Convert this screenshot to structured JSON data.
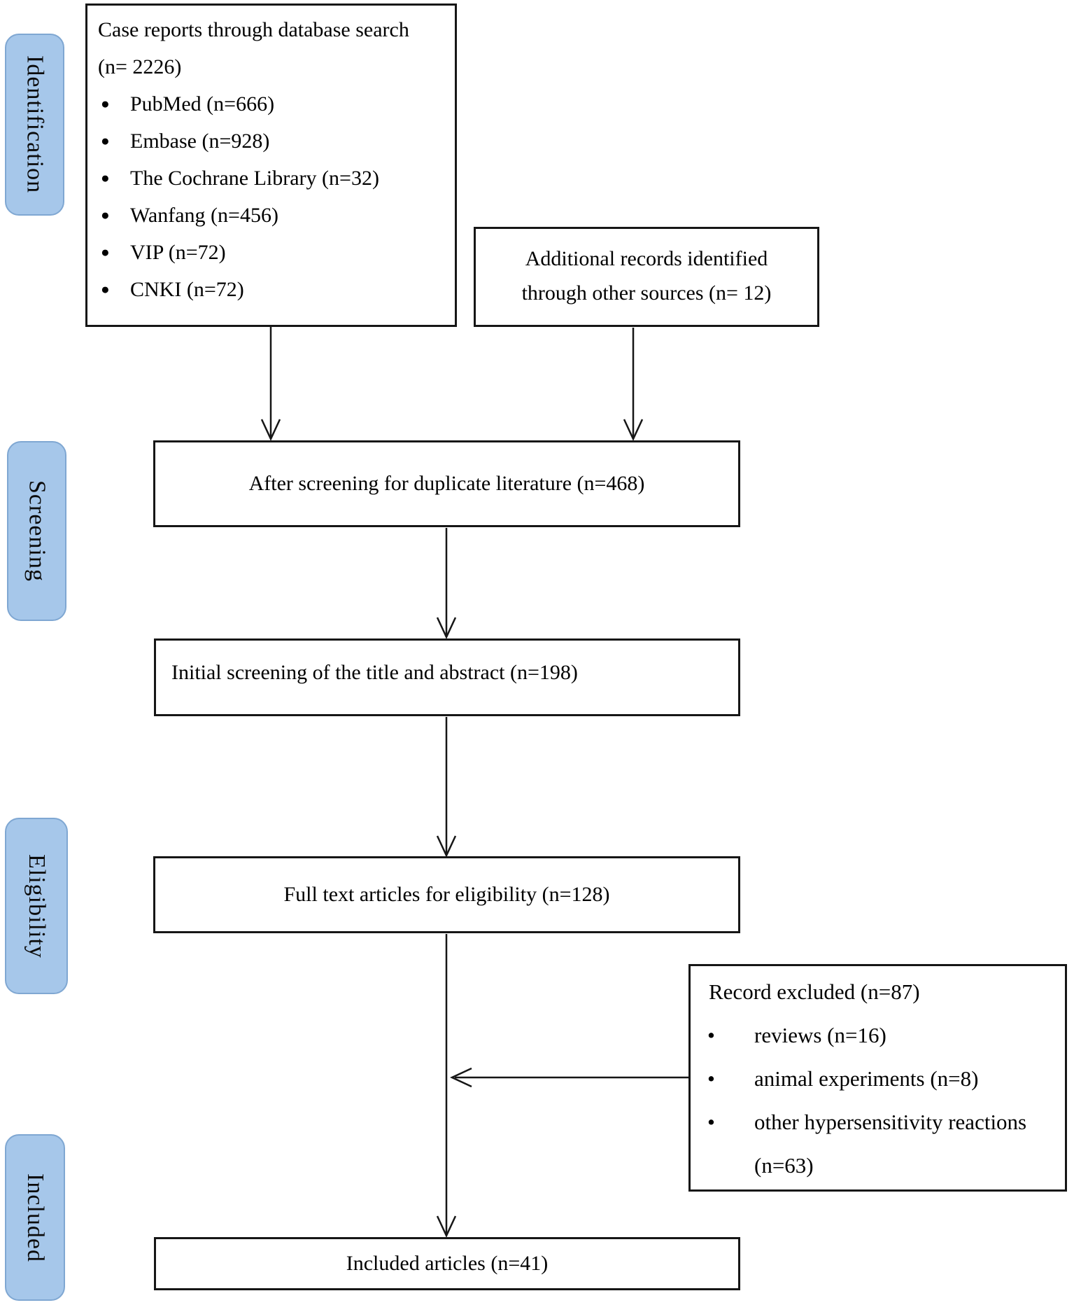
{
  "stages": [
    "Identification",
    "Screening",
    "Eligibility",
    "Included"
  ],
  "boxes": {
    "database_search": {
      "title": "Case reports through database search",
      "count_line": "(n= 2226)",
      "items": [
        "PubMed (n=666)",
        "Embase (n=928)",
        "The Cochrane Library (n=32)",
        "Wanfang (n=456)",
        "VIP (n=72)",
        "CNKI (n=72)"
      ]
    },
    "additional_records": {
      "text": "Additional records identified through other sources (n= 12)"
    },
    "after_duplicates": {
      "text": "After screening for duplicate literature (n=468)"
    },
    "initial_screening": {
      "text": "Initial screening of the title and abstract (n=198)"
    },
    "full_text": {
      "text": "Full text articles for eligibility (n=128)"
    },
    "record_excluded": {
      "title": "Record excluded (n=87)",
      "items": [
        "reviews (n=16)",
        "animal experiments (n=8)",
        "other hypersensitivity reactions (n=63)"
      ]
    },
    "included_articles": {
      "text": "Included articles (n=41)"
    }
  },
  "icons": {
    "large_bullet": "●",
    "small_bullet": "•"
  },
  "colors": {
    "stage_fill": "#A6C7EA",
    "stage_border": "#7FA7D2",
    "box_border": "#161616",
    "arrow": "#161616",
    "background": "#FFFFFF"
  }
}
